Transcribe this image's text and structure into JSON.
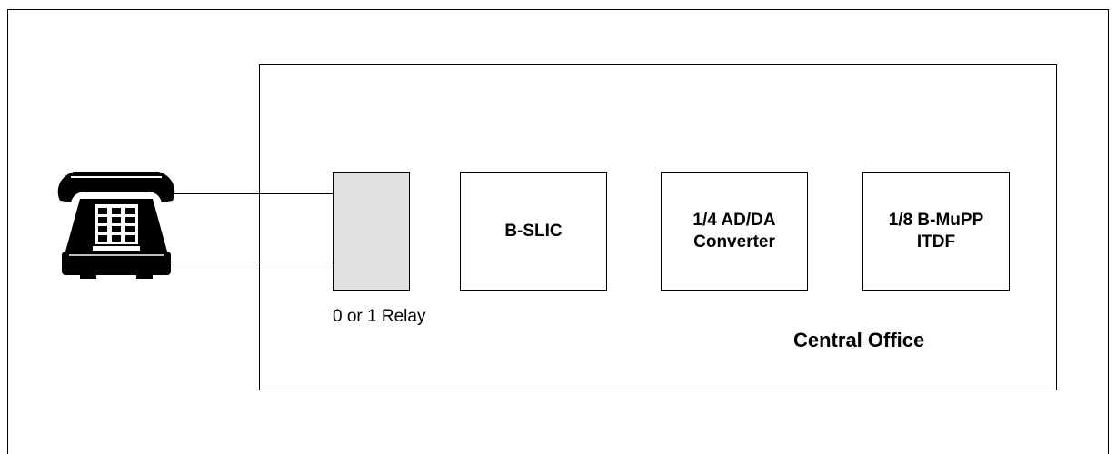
{
  "blocks": [
    {
      "label": "B-SLIC"
    },
    {
      "label": "1/4 AD/DA\nConverter"
    },
    {
      "label": "1/8 B-MuPP\nITDF"
    }
  ],
  "relay_label": "0 or 1 Relay",
  "central_office_label": "Central Office",
  "colors": {
    "relay_fill": "#e2e2e2",
    "line": "#000000"
  }
}
